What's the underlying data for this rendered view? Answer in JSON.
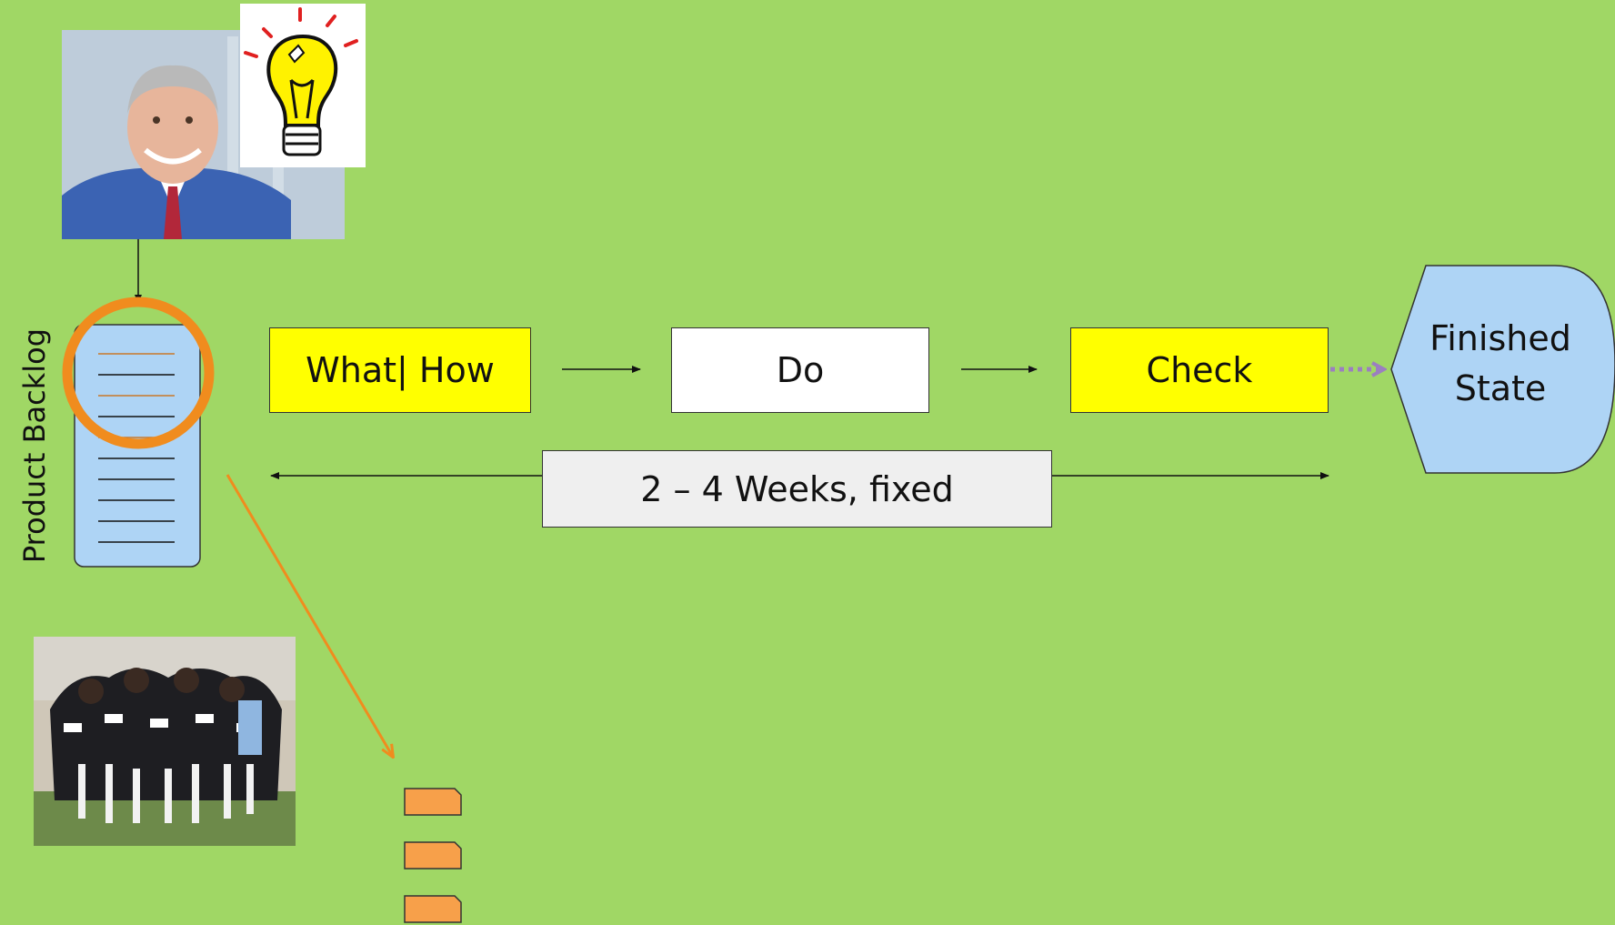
{
  "diagram": {
    "backlog_label": "Product Backlog",
    "steps": {
      "what_how": "What| How",
      "do": "Do",
      "check": "Check"
    },
    "finished_state": "Finished\nState",
    "duration": "2 – 4 Weeks, fixed",
    "colors": {
      "background": "#a0d765",
      "step_yellow": "#ffff00",
      "backlog_blue": "#aed4f5",
      "highlight_orange": "#f08c1e",
      "task_orange": "#f7a04a",
      "dotted_arrow_purple": "#9b7fc0"
    },
    "images": [
      "businessman-photo",
      "lightbulb-clipart",
      "team-huddle-photo"
    ]
  }
}
